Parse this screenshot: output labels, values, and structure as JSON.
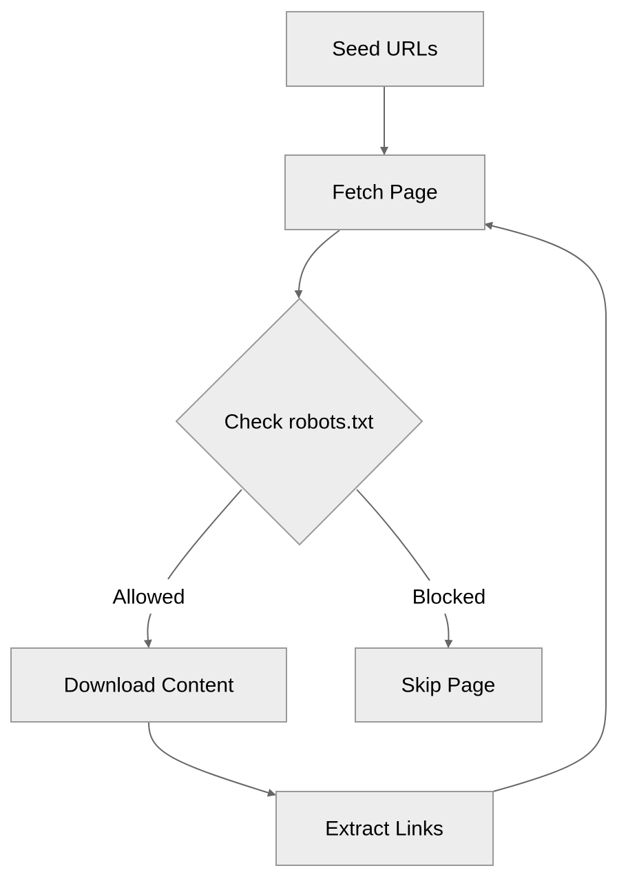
{
  "nodes": {
    "seed": "Seed URLs",
    "fetch": "Fetch Page",
    "check": "Check robots.txt",
    "download": "Download Content",
    "skip": "Skip Page",
    "extract": "Extract Links"
  },
  "edge_labels": {
    "allowed": "Allowed",
    "blocked": "Blocked"
  },
  "colors": {
    "node_fill": "#ededed",
    "node_stroke": "#999999",
    "edge_stroke": "#666666",
    "text": "#000000"
  }
}
